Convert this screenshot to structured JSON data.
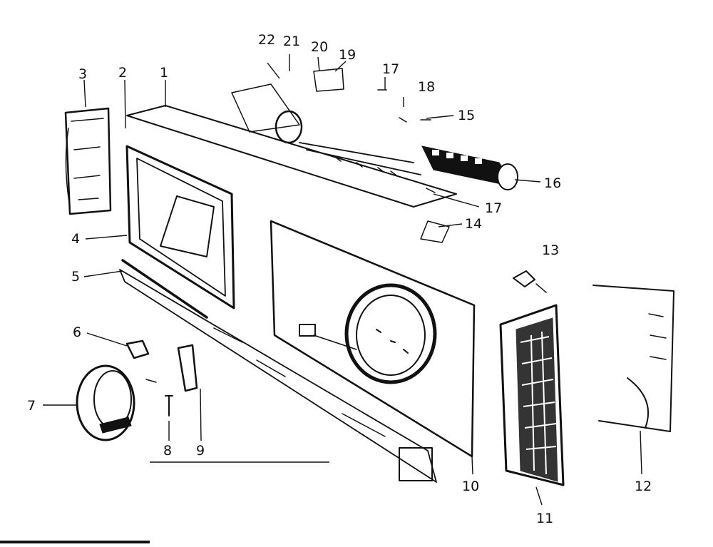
{
  "diagram": {
    "callouts": [
      {
        "id": "1",
        "label": "1"
      },
      {
        "id": "2",
        "label": "2"
      },
      {
        "id": "3",
        "label": "3"
      },
      {
        "id": "4",
        "label": "4"
      },
      {
        "id": "5",
        "label": "5"
      },
      {
        "id": "6",
        "label": "6"
      },
      {
        "id": "7",
        "label": "7"
      },
      {
        "id": "8",
        "label": "8"
      },
      {
        "id": "9",
        "label": "9"
      },
      {
        "id": "10",
        "label": "10"
      },
      {
        "id": "11",
        "label": "11"
      },
      {
        "id": "12",
        "label": "12"
      },
      {
        "id": "13",
        "label": "13"
      },
      {
        "id": "14",
        "label": "14"
      },
      {
        "id": "15",
        "label": "15"
      },
      {
        "id": "16",
        "label": "16"
      },
      {
        "id": "17a",
        "label": "17"
      },
      {
        "id": "17b",
        "label": "17"
      },
      {
        "id": "18",
        "label": "18"
      },
      {
        "id": "19",
        "label": "19"
      },
      {
        "id": "20",
        "label": "20"
      },
      {
        "id": "21",
        "label": "21"
      },
      {
        "id": "22",
        "label": "22"
      }
    ]
  }
}
